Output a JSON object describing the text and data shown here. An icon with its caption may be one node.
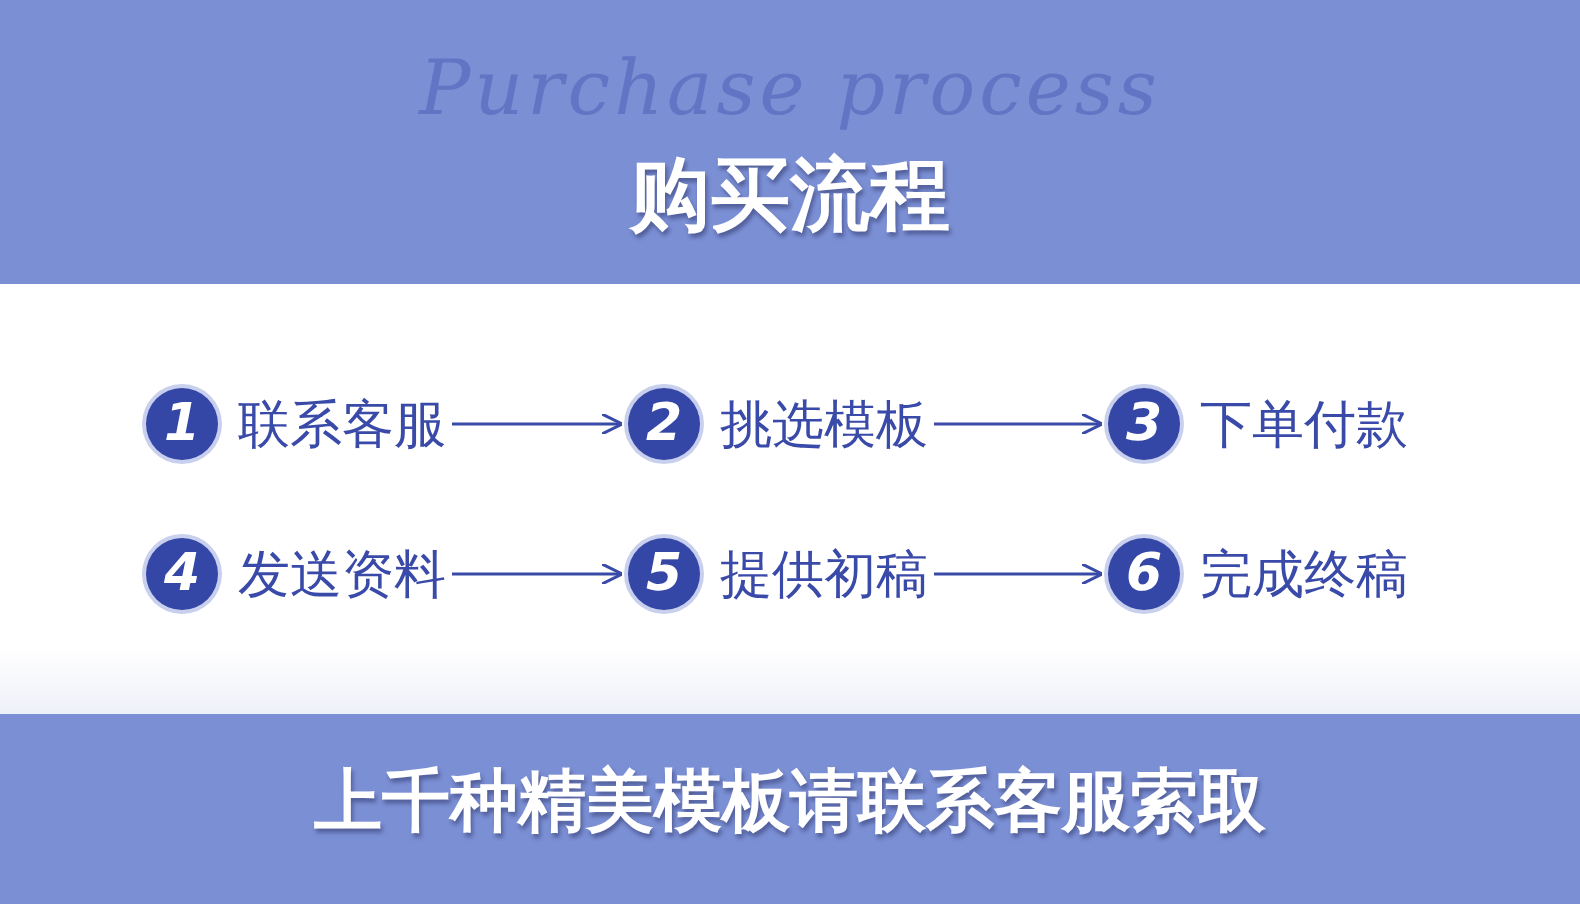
{
  "diagram": {
    "title": "购买流程",
    "caption": "上千种精美模板请联系客服索取",
    "nodes": [
      {
        "text": [
          "1"
        ],
        "beside": [
          "联系客服"
        ]
      },
      {
        "text": [
          "2"
        ],
        "beside": [
          "挑选模板"
        ]
      },
      {
        "text": [
          "3"
        ],
        "beside": [
          "下单付款"
        ]
      },
      {
        "text": [
          "4"
        ],
        "beside": [
          "发送资料"
        ]
      },
      {
        "text": [
          "5"
        ],
        "beside": [
          "提供初稿"
        ]
      },
      {
        "text": [
          "6"
        ],
        "beside": [
          "完成终稿"
        ]
      }
    ],
    "edges": [
      {
        "from": 0,
        "to": 1,
        "arrow": "to"
      },
      {
        "from": 1,
        "to": 2,
        "arrow": "to"
      },
      {
        "from": 3,
        "to": 4,
        "arrow": "to"
      },
      {
        "from": 4,
        "to": 5,
        "arrow": "to"
      }
    ],
    "labels": [
      "Purchase process"
    ]
  }
}
